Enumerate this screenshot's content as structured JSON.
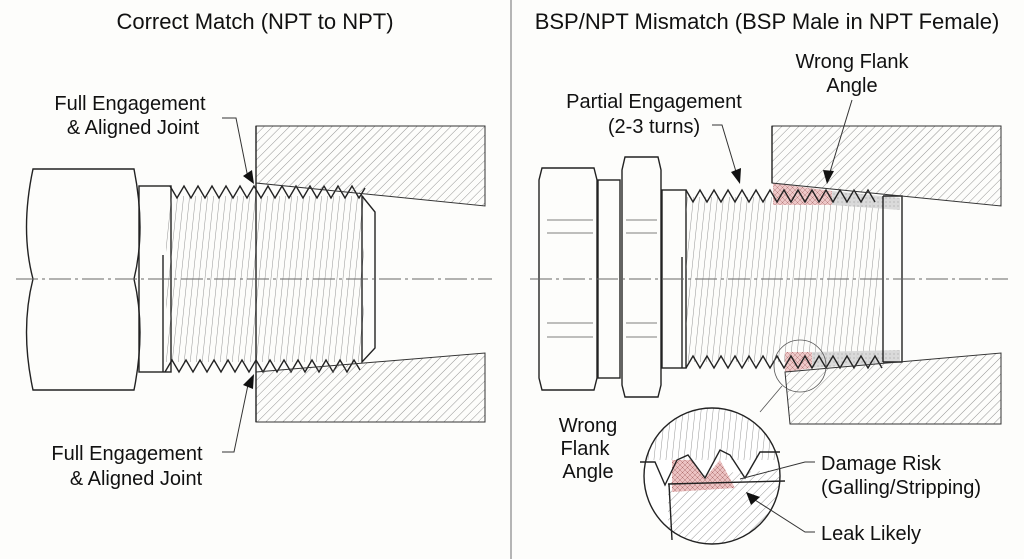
{
  "panels": {
    "left": {
      "title": "Correct Match (NPT to NPT)",
      "callout_top": [
        "Full Engagement",
        "& Aligned Joint"
      ],
      "callout_bottom": [
        "Full Engagement",
        "& Aligned Joint"
      ]
    },
    "right": {
      "title": "BSP/NPT Mismatch (BSP Male in NPT Female)",
      "callout_partial": [
        "Partial Engagement",
        "(2-3 turns)"
      ],
      "callout_flank_top": [
        "Wrong Flank",
        "Angle"
      ],
      "callout_flank_left": [
        "Wrong",
        "Flank",
        "Angle"
      ],
      "callout_damage": [
        "Damage Risk",
        "(Galling/Stripping)"
      ],
      "callout_leak": [
        "Leak Likely"
      ]
    }
  },
  "colors": {
    "line": "#222222",
    "hatch": "#777777",
    "mismatch_highlight": "#e8b4b4",
    "gap_fill": "#d0d0d0",
    "divider": "#b5b5b5",
    "background": "#fdfdfb"
  }
}
